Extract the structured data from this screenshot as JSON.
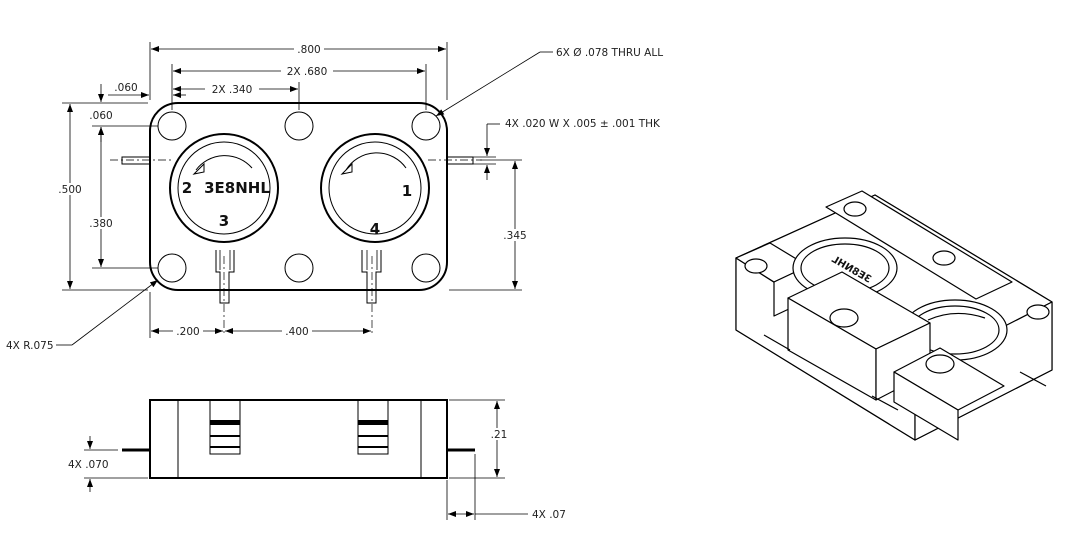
{
  "dimensions": {
    "overall_width": ".800",
    "hole_spacing": "2X .680",
    "edge_offset_x": ".060",
    "center_spacing": "2X .340",
    "edge_offset_y": ".060",
    "overall_height": ".500",
    "hole_spacing_y": ".380",
    "port_height": ".345",
    "port_offset": ".200",
    "port_spacing": ".400",
    "corner_radius": "4X R.075",
    "holes": "6X Ø .078 THRU ALL",
    "lead_size": "4X .020 W X .005 ± .001 THK",
    "thickness": ".21",
    "lead_height": "4X .070",
    "lead_extension": "4X .07"
  },
  "device": {
    "marking": "3E8NHL",
    "ports": [
      "1",
      "2",
      "3",
      "4"
    ]
  }
}
